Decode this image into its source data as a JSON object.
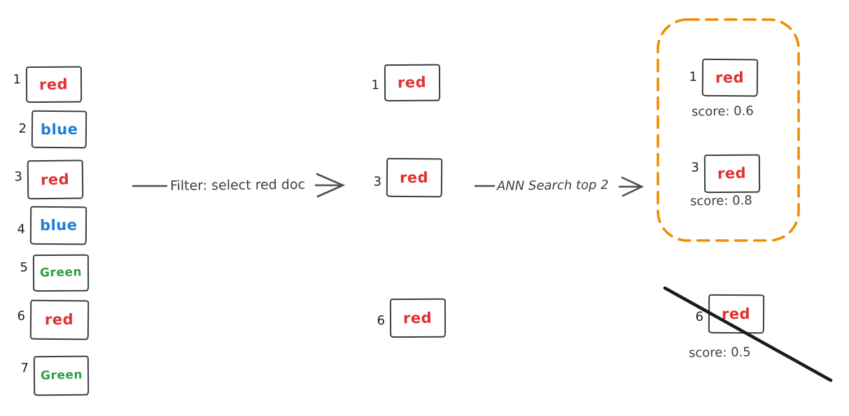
{
  "colors": {
    "red": "#e03131",
    "blue": "#1c7ed6",
    "green": "#2f9e44",
    "orange": "#f08c00",
    "ink": "#1b1b1b",
    "stroke": "#4a4f54"
  },
  "source_docs": [
    {
      "id": "1",
      "label": "red",
      "color": "red"
    },
    {
      "id": "2",
      "label": "blue",
      "color": "blue"
    },
    {
      "id": "3",
      "label": "red",
      "color": "red"
    },
    {
      "id": "4",
      "label": "blue",
      "color": "blue"
    },
    {
      "id": "5",
      "label": "Green",
      "color": "green"
    },
    {
      "id": "6",
      "label": "red",
      "color": "red"
    },
    {
      "id": "7",
      "label": "Green",
      "color": "green"
    }
  ],
  "filter_arrow": {
    "label": "Filter: select red doc"
  },
  "filtered_docs": [
    {
      "id": "1",
      "label": "red",
      "color": "red"
    },
    {
      "id": "3",
      "label": "red",
      "color": "red"
    },
    {
      "id": "6",
      "label": "red",
      "color": "red"
    }
  ],
  "ann_arrow": {
    "label": "ANN Search top 2"
  },
  "results": {
    "selected": [
      {
        "id": "1",
        "label": "red",
        "color": "red",
        "score": "score: 0.6"
      },
      {
        "id": "3",
        "label": "red",
        "color": "red",
        "score": "score: 0.8"
      }
    ],
    "rejected": [
      {
        "id": "6",
        "label": "red",
        "color": "red",
        "score": "score: 0.5"
      }
    ]
  }
}
